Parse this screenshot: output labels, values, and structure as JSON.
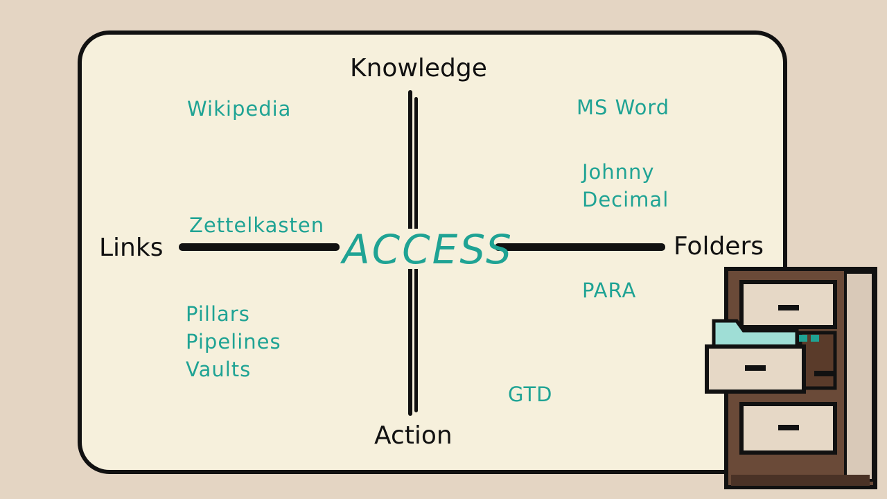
{
  "diagram": {
    "center_label": "ACCESS",
    "axes": {
      "top": "Knowledge",
      "bottom": "Action",
      "left": "Links",
      "right": "Folders"
    },
    "quadrant_items": {
      "top_left": [
        "Wikipedia"
      ],
      "left_axis": [
        "Zettelkasten"
      ],
      "top_right": [
        "MS Word"
      ],
      "top_right_2": [
        "Johnny",
        "Decimal"
      ],
      "bottom_left": [
        "Pillars",
        "Pipelines",
        "Vaults"
      ],
      "bottom_right": [
        "PARA"
      ],
      "bottom_axis": [
        "GTD"
      ]
    },
    "illustration": "filing-cabinet-icon",
    "colors": {
      "background": "#e4d5c3",
      "board": "#f6f0dc",
      "accent": "#1fa394",
      "ink": "#111111",
      "cabinet_wood": "#6a4a38",
      "folder_teal": "#9fded6"
    }
  }
}
